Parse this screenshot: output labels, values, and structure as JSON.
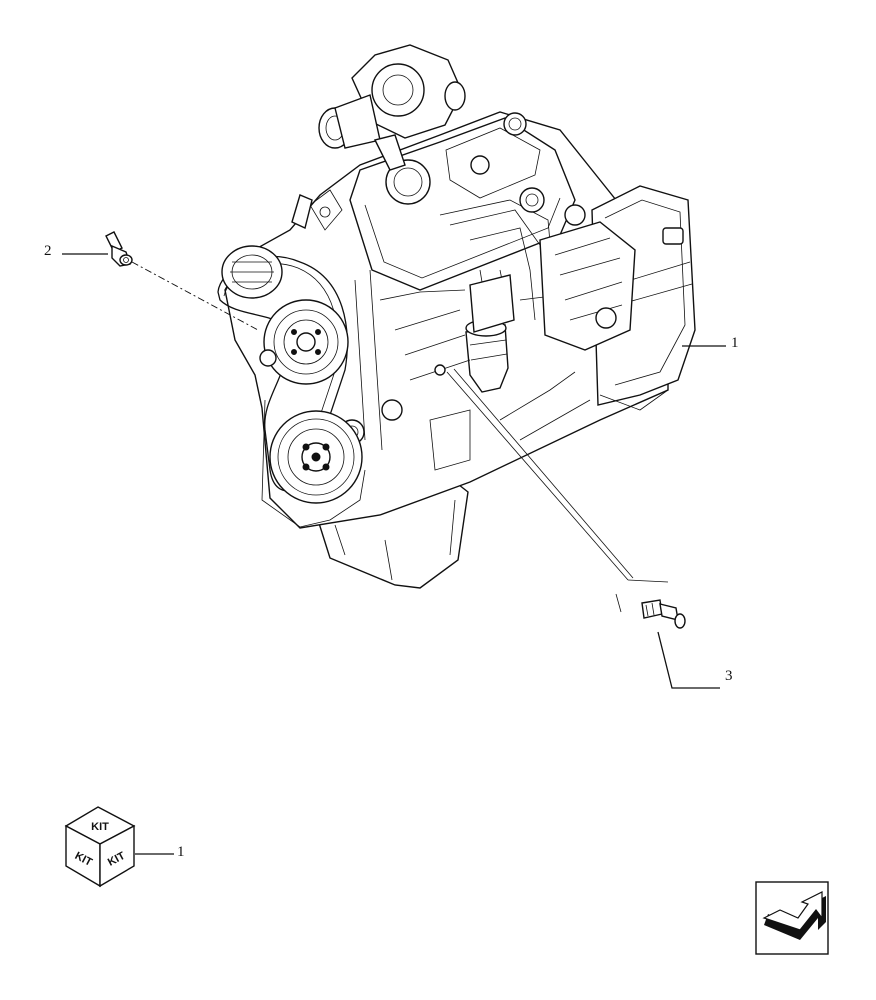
{
  "callouts": {
    "engine": "1",
    "elbow_fitting": "2",
    "sensor": "3",
    "kit": "1"
  },
  "kit_icon": {
    "top": "KIT",
    "left": "KIT",
    "right": "KIT"
  },
  "icons": {
    "navigation": "return-arrow-icon"
  }
}
